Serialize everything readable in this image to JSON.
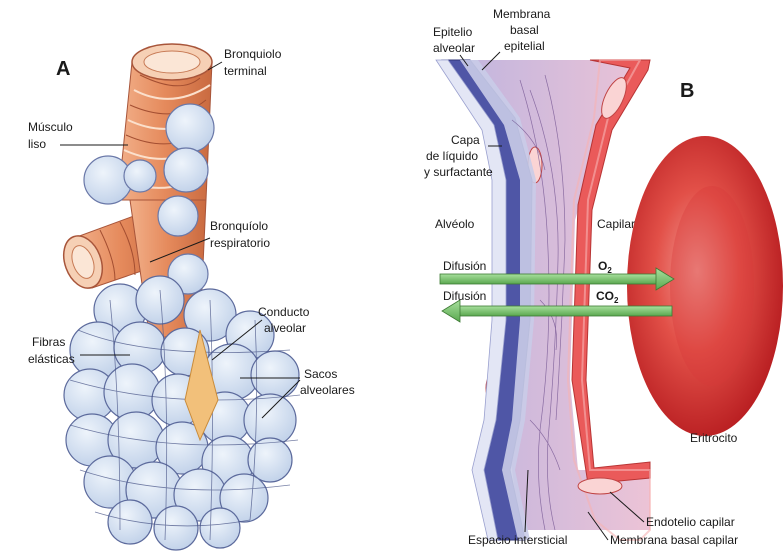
{
  "panel_a": {
    "letter": "A",
    "labels": {
      "bronquiolo_terminal": [
        "Bronquiolo",
        "terminal"
      ],
      "musculo_liso": [
        "Músculo",
        "liso"
      ],
      "bronquiolo_respiratorio": [
        "Bronquíolo",
        "respiratorio"
      ],
      "fibras_elasticas": [
        "Fibras",
        "elásticas"
      ],
      "conducto_alveolar": [
        "Conducto",
        "alveolar"
      ],
      "sacos_alveolares": [
        "Sacos",
        "alveolares"
      ]
    }
  },
  "panel_b": {
    "letter": "B",
    "labels": {
      "epitelio_alveolar": [
        "Epitelio",
        "alveolar"
      ],
      "membrana_basal_epitelial": [
        "Membrana",
        "basal",
        "epitelial"
      ],
      "capa_liquido": [
        "Capa",
        "de líquido",
        "y surfactante"
      ],
      "alveolo": "Alvéolo",
      "capilar": "Capilar",
      "difusion_1": "Difusión",
      "difusion_2": "Difusión",
      "o2_base": "O",
      "o2_sub": "2",
      "co2_base": "CO",
      "co2_sub": "2",
      "eritrocito": "Eritrocito",
      "espacio_intersticial": "Espacio intersticial",
      "endotelio_capilar": "Endotelio capilar",
      "membrana_basal_capilar": "Membrana basal capilar"
    }
  },
  "colors": {
    "muscle": "#e58a5c",
    "alveolus_fill": "#dbe6f3",
    "alveolus_edge": "#6a78a8",
    "epithelium": "#4f56a6",
    "capillary_wall": "#ea5a5a",
    "arrow_green": "#74c46a",
    "erythrocyte": "#d9262a"
  }
}
